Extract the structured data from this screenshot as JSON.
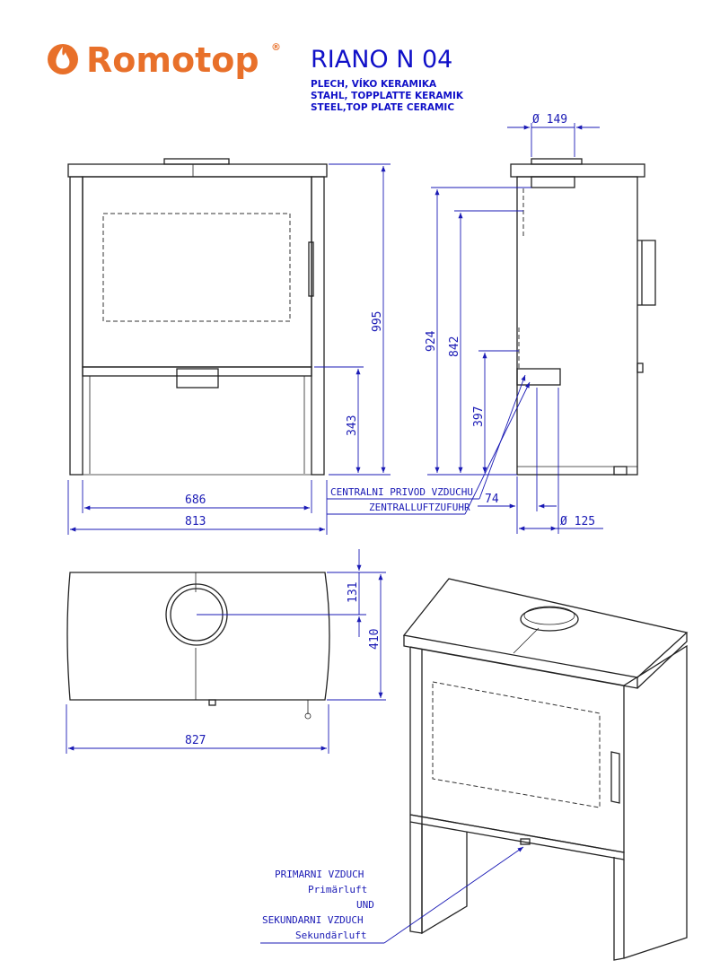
{
  "brand": {
    "name": "Romotop",
    "registered_mark": "®",
    "color": "#e8702a"
  },
  "title": {
    "model": "RIANO N 04",
    "line_cz": "PLECH, VÍKO KERAMIKA",
    "line_de": "STAHL, TOPPLATTE KERAMIK",
    "line_en": "STEEL,TOP PLATE CERAMIC",
    "color": "#1010c8"
  },
  "dimensions": {
    "front_height": "995",
    "front_door_bottom": "343",
    "front_inner_width": "686",
    "front_outer_width": "813",
    "side_flue_diameter": "Ø 149",
    "side_flue_height": "924",
    "side_back_height": "842",
    "side_air_height": "397",
    "side_air_offset": "74",
    "side_air_diameter": "Ø 125",
    "top_flue_offset": "131",
    "top_depth": "410",
    "top_width": "827"
  },
  "annotations": {
    "central_air_cz": "CENTRALNI PRIVOD VZDUCHU",
    "central_air_de": "ZENTRALLUFTZUFUHR",
    "primary_cz": "PRIMARNI VZDUCH",
    "primary_de": "Primärluft",
    "und": "UND",
    "secondary_cz": "SEKUNDARNI VZDUCH",
    "secondary_de": "Sekundärluft"
  },
  "colors": {
    "dimension_blue": "#1a1ab5",
    "outline": "#222222"
  }
}
